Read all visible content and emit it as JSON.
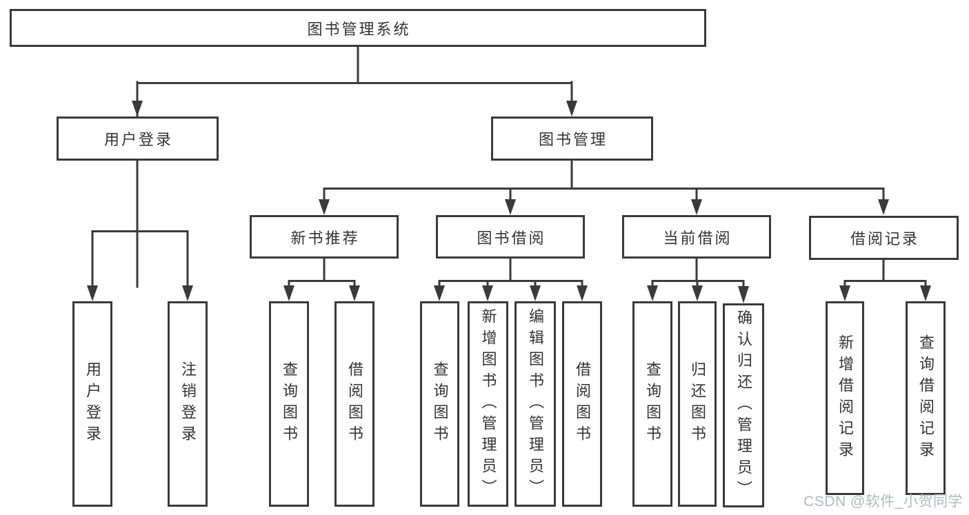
{
  "colors": {
    "line": "#3a3a3a",
    "text": "#333333",
    "background": "#ffffff",
    "watermark": "#b5b8be"
  },
  "tree": {
    "root": {
      "label": "图书管理系统"
    },
    "children": [
      {
        "label": "用户登录",
        "children": [
          {
            "label": "用户登录"
          },
          {
            "label": "注销登录"
          }
        ]
      },
      {
        "label": "图书管理",
        "children": [
          {
            "label": "新书推荐",
            "children": [
              {
                "label": "查询图书"
              },
              {
                "label": "借阅图书"
              }
            ]
          },
          {
            "label": "图书借阅",
            "children": [
              {
                "label": "查询图书"
              },
              {
                "label": "新增图书（管理员）"
              },
              {
                "label": "编辑图书（管理员）"
              },
              {
                "label": "借阅图书"
              }
            ]
          },
          {
            "label": "当前借阅",
            "children": [
              {
                "label": "查询图书"
              },
              {
                "label": "归还图书"
              },
              {
                "label": "确认归还（管理员）"
              }
            ]
          },
          {
            "label": "借阅记录",
            "children": [
              {
                "label": "新增借阅记录"
              },
              {
                "label": "查询借阅记录"
              }
            ]
          }
        ]
      }
    ]
  },
  "watermark": {
    "text": "CSDN @软件_小贺同学"
  }
}
